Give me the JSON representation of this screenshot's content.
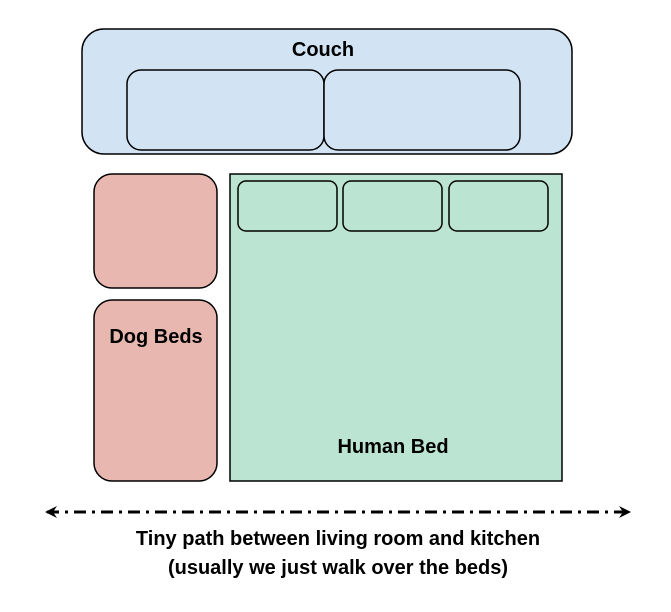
{
  "colors": {
    "couch_fill": "#d2e3f4",
    "dog_bed_fill": "#e8b8b0",
    "human_bed_fill": "#bbe4d2",
    "stroke": "#000000"
  },
  "couch": {
    "label": "Couch",
    "cushion_count": 2
  },
  "dog_beds": {
    "label": "Dog Beds",
    "bed_count": 2
  },
  "human_bed": {
    "label": "Human Bed",
    "pillow_count": 3
  },
  "path": {
    "line_style": "dash-dot",
    "arrows": "both-ends",
    "caption_line1": "Tiny path between living room and kitchen",
    "caption_line2": "(usually we just walk over the beds)"
  }
}
